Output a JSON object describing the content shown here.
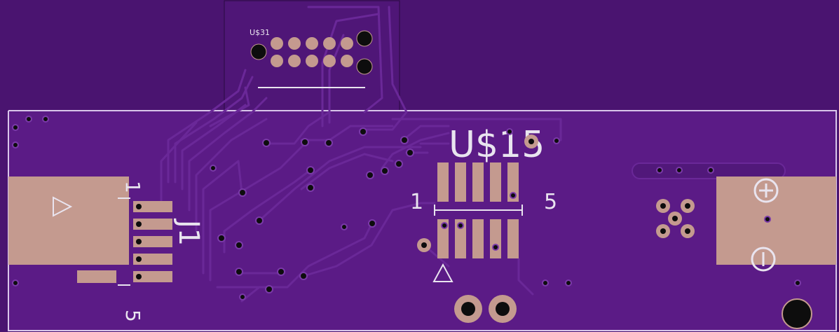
{
  "labels": {
    "header_ref": "U$31",
    "ic_ref": "U$15",
    "ic_pin_first": "1",
    "ic_pin_last": "5",
    "connector_ref": "J1",
    "connector_pin_first": "1",
    "connector_pin_last": "5"
  },
  "colors": {
    "board": "#5b1b86",
    "background": "#4a1470",
    "copper_trace": "#6b2a9a",
    "pad": "#c49a8f",
    "silkscreen": "#e9e4ef",
    "drill": "#0d0d0d"
  },
  "icons": {
    "positive_terminal": "plus-in-circle-icon",
    "negative_terminal": "minus-in-circle-icon",
    "pin1_marker": "triangle-icon"
  }
}
